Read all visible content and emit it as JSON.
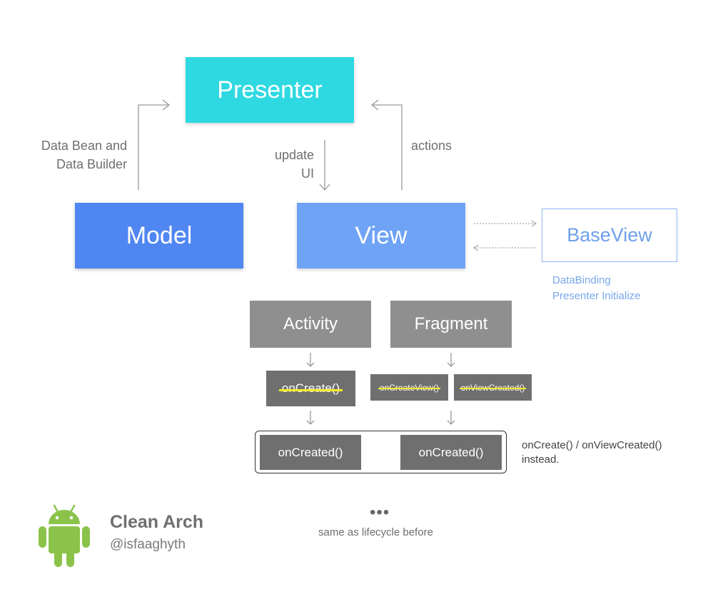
{
  "nodes": {
    "presenter": "Presenter",
    "model": "Model",
    "view": "View",
    "baseview": "BaseView",
    "activity": "Activity",
    "fragment": "Fragment",
    "oncreate": "onCreate()",
    "oncreateview": "onCreateView()",
    "onviewcreated": "onViewCreated()",
    "oncreated_left": "onCreated()",
    "oncreated_right": "onCreated()"
  },
  "labels": {
    "model_to_presenter_line1": "Data Bean and",
    "model_to_presenter_line2": "Data Builder",
    "update_line1": "update",
    "update_line2": "UI",
    "actions": "actions",
    "databinding_line1": "DataBinding",
    "databinding_line2": "Presenter Initialize",
    "instead_line1": "onCreate() / onViewCreated()",
    "instead_line2": "instead.",
    "dots": "•••",
    "same_as": "same as lifecycle before"
  },
  "brand": {
    "title": "Clean Arch",
    "handle": "@isfaaghyth",
    "logo_icon": "android-robot-icon"
  },
  "colors": {
    "presenter": "#2fd9e1",
    "model": "#4f86f2",
    "view": "#6fa3f5",
    "baseview_border": "#8db3f2",
    "android_green": "#8bc34a",
    "strike": "#f4ec2a"
  }
}
